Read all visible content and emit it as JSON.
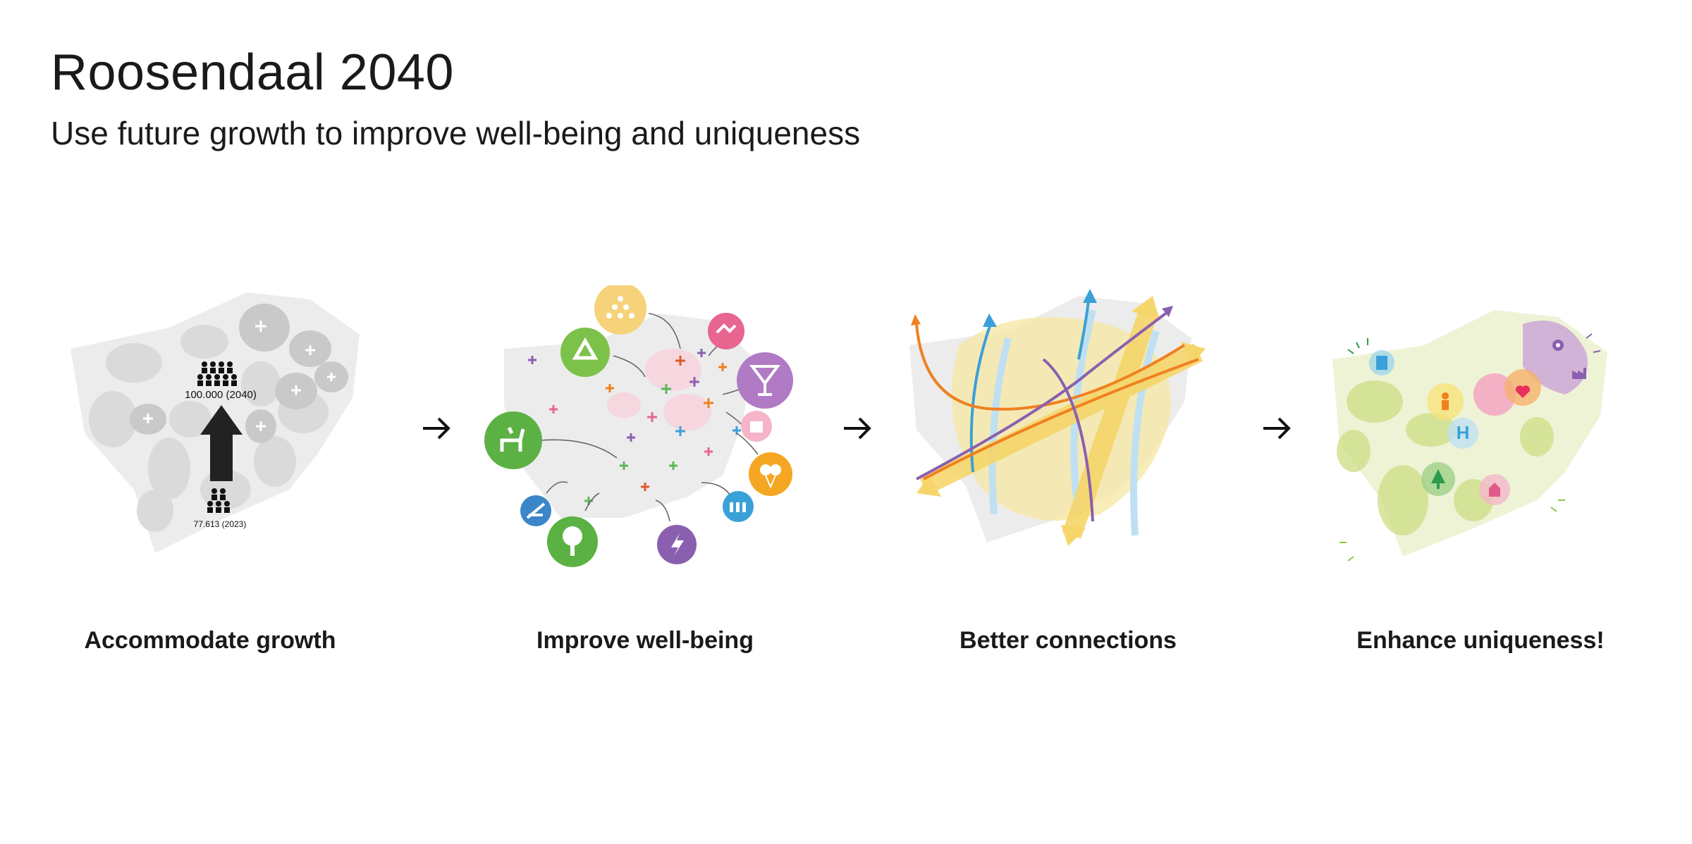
{
  "title": "Roosendaal 2040",
  "subtitle": "Use future growth to improve well-being and uniqueness",
  "steps": [
    {
      "caption": "Accommodate growth",
      "label_top": "100.000 (2040)",
      "label_bottom": "77.613 (2023)"
    },
    {
      "caption": "Improve well-being"
    },
    {
      "caption": "Better connections"
    },
    {
      "caption": "Enhance uniqueness!"
    }
  ],
  "colors": {
    "map_base": "#ececec",
    "map_blob": "#d9d9d9",
    "green": "#5cb85c",
    "purple": "#8a5fb0",
    "orange": "#f08020",
    "blue": "#3aa0d8",
    "yellow": "#f6df8a",
    "pink": "#e8658f",
    "lime": "#cfe08a"
  },
  "icons": {
    "well_being": [
      "people-pyramid-icon",
      "recycle-icon",
      "handshake-icon",
      "cocktail-icon",
      "shopping-bag-icon",
      "deer-icon",
      "balloons-icon",
      "kayak-icon",
      "tree-icon",
      "lightning-icon",
      "crowd-icon"
    ],
    "uniqueness": [
      "industry-icon",
      "tree-icon",
      "hospital-icon",
      "church-icon",
      "heart-icon",
      "people-icon",
      "gear-icon",
      "factory-icon"
    ]
  }
}
